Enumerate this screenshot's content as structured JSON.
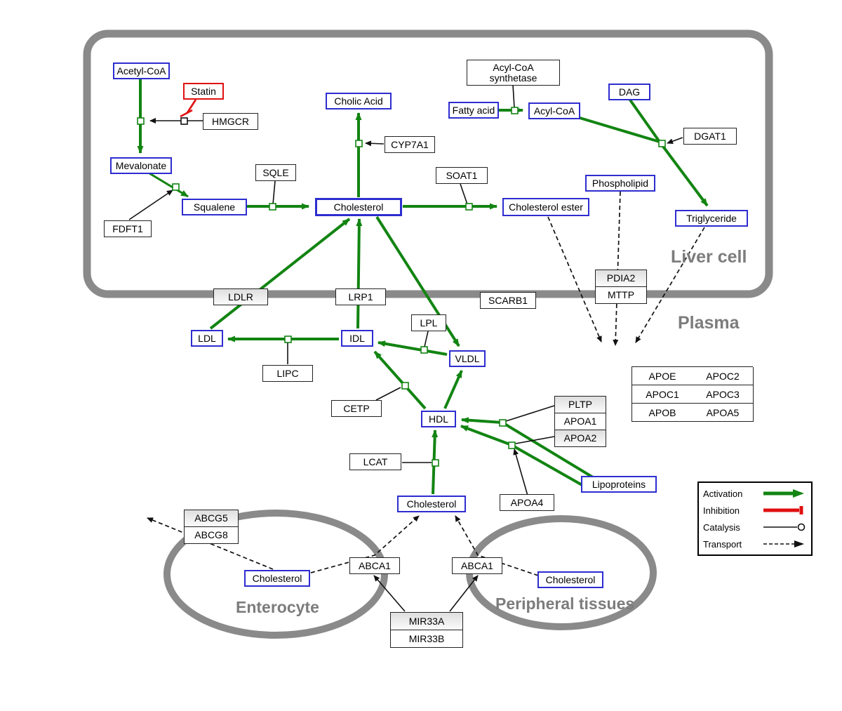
{
  "regions": {
    "liver": "Liver cell",
    "plasma": "Plasma",
    "enterocyte": "Enterocyte",
    "peripheral": "Peripheral tissues"
  },
  "nodes": {
    "acetyl_coa": "Acetyl-CoA",
    "statin": "Statin",
    "hmgcr": "HMGCR",
    "mevalonate": "Mevalonate",
    "fdft1": "FDFT1",
    "squalene": "Squalene",
    "sqle": "SQLE",
    "cholesterol_liver": "Cholesterol",
    "cholic_acid": "Cholic Acid",
    "cyp7a1": "CYP7A1",
    "soat1": "SOAT1",
    "cholesterol_ester": "Cholesterol ester",
    "acyl_coa_synthetase": "Acyl-CoA\nsynthetase",
    "fatty_acid": "Fatty acid",
    "acyl_coa": "Acyl-CoA",
    "dag": "DAG",
    "dgat1": "DGAT1",
    "phospholipid": "Phospholipid",
    "triglyceride": "Triglyceride",
    "ldlr": "LDLR",
    "lrp1": "LRP1",
    "scarb1": "SCARB1",
    "pdia2": "PDIA2",
    "mttp": "MTTP",
    "ldl": "LDL",
    "idl": "IDL",
    "lipc": "LIPC",
    "lpl": "LPL",
    "vldl": "VLDL",
    "cetp": "CETP",
    "hdl": "HDL",
    "lcat": "LCAT",
    "pltp": "PLTP",
    "apoa1": "APOA1",
    "apoa2": "APOA2",
    "apoa4": "APOA4",
    "lipoproteins": "Lipoproteins",
    "cholesterol_plasma": "Cholesterol",
    "abcg5": "ABCG5",
    "abcg8": "ABCG8",
    "cholesterol_enterocyte": "Cholesterol",
    "abca1_left": "ABCA1",
    "abca1_right": "ABCA1",
    "cholesterol_peripheral": "Cholesterol",
    "mir33a": "MIR33A",
    "mir33b": "MIR33B"
  },
  "apo_table": {
    "rows": [
      [
        "APOE",
        "APOC2"
      ],
      [
        "APOC1",
        "APOC3"
      ],
      [
        "APOB",
        "APOA5"
      ]
    ]
  },
  "legend": {
    "activation": "Activation",
    "inhibition": "Inhibition",
    "catalysis": "Catalysis",
    "transport": "Transport"
  },
  "colors": {
    "activation_green": "#128412",
    "inhibition_red": "#e01010",
    "metabolite_blue": "#2d2dd0",
    "membrane_gray": "#8a8a8a"
  }
}
